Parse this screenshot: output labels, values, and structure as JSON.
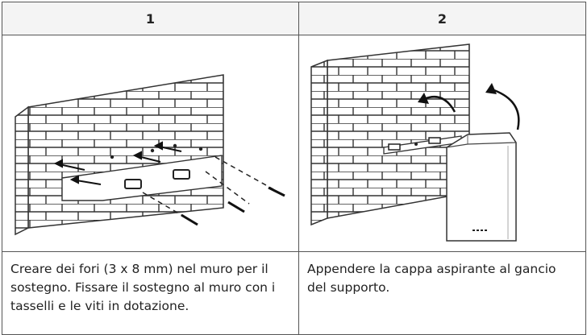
{
  "steps": [
    {
      "number": "1",
      "caption": "Creare dei fori (3 x 8 mm) nel muro per il sostegno. Fissare il sostegno al muro con i tasselli e le viti in dotazione.",
      "illustration_icon": "wall-bracket-screws-icon"
    },
    {
      "number": "2",
      "caption": "Appendere la cappa aspirante al gancio del supporto.",
      "illustration_icon": "hood-hanging-icon"
    }
  ]
}
